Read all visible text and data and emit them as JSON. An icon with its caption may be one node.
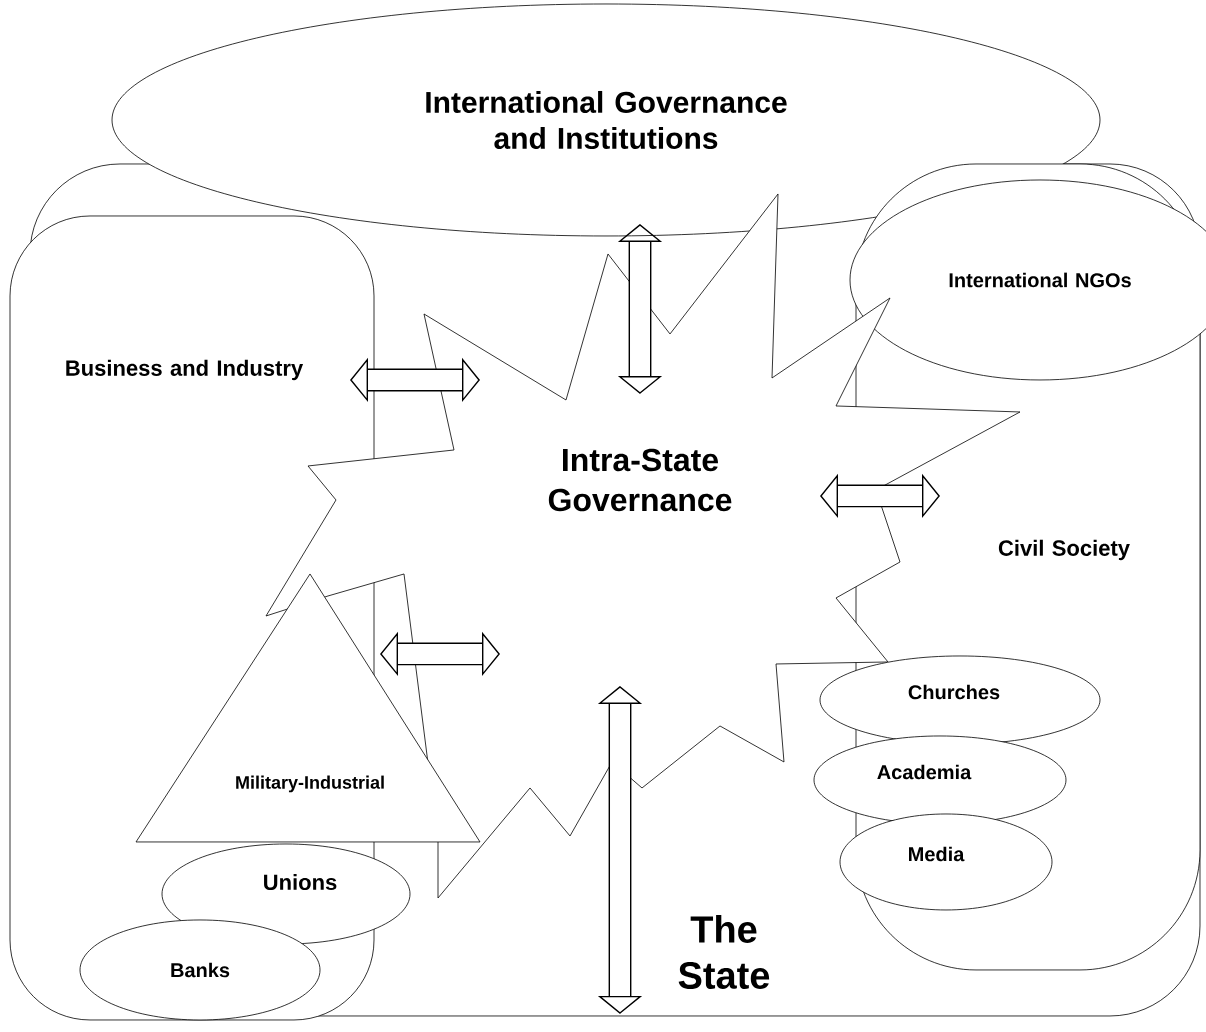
{
  "diagram": {
    "nodes": [
      {
        "text": [
          "The State"
        ]
      },
      {
        "text": [
          "International Governance and Institutions"
        ]
      },
      {
        "text": [
          "Business and Industry"
        ],
        "in": 0
      },
      {
        "text": [
          "Civil Society"
        ],
        "in": 0
      },
      {
        "text": [
          "International NGOs"
        ]
      },
      {
        "text": [
          "Intra-State Governance"
        ],
        "in": 0
      },
      {
        "text": [
          "Military-Industrial"
        ],
        "in": 0
      },
      {
        "text": [
          "Unions"
        ],
        "in": 0
      },
      {
        "text": [
          "Banks"
        ],
        "in": 2
      },
      {
        "text": [
          "Churches"
        ],
        "in": 3
      },
      {
        "text": [
          "Academia"
        ],
        "in": 3
      },
      {
        "text": [
          "Media"
        ],
        "in": 3
      }
    ],
    "edges": [
      {
        "from": 5,
        "to": 1,
        "arrow": "both"
      },
      {
        "from": 2,
        "to": 5,
        "arrow": "both"
      },
      {
        "from": 5,
        "to": 3,
        "arrow": "both"
      },
      {
        "from": 6,
        "to": 5,
        "arrow": "both"
      },
      {
        "from": 5,
        "to": 0,
        "arrow": "both"
      }
    ]
  }
}
